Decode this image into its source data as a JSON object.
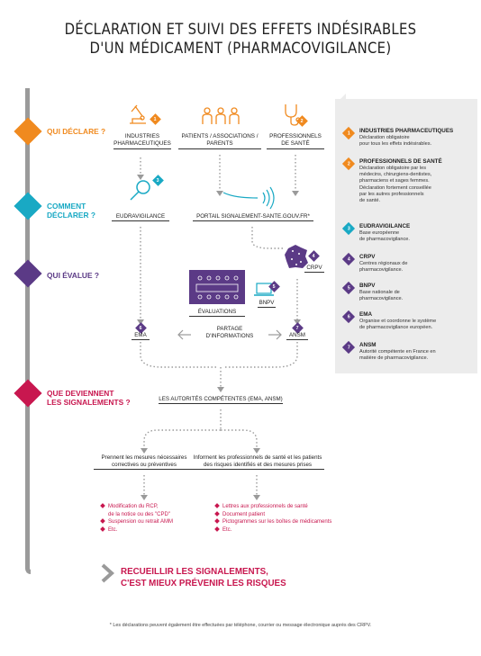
{
  "title": {
    "line1": "DÉCLARATION ET SUIVI DES EFFETS INDÉSIRABLES",
    "line2": "D'UN MÉDICAMENT (PHARMACOVIGILANCE)"
  },
  "steps": [
    {
      "label": "QUI DÉCLARE ?",
      "color": "#f08a1f"
    },
    {
      "label": "COMMENT DÉCLARER ?",
      "color": "#19a9c4"
    },
    {
      "label": "QUI ÉVALUE ?",
      "color": "#5b3a86"
    },
    {
      "label": "QUE DEVIENNENT LES SIGNALEMENTS ?",
      "color": "#c8174f"
    }
  ],
  "step_lines": {
    "s2a": "COMMENT",
    "s2b": "DÉCLARER ?",
    "s4a": "QUE DEVIENNENT",
    "s4b": "LES SIGNALEMENTS ?"
  },
  "actors": {
    "industries": "INDUSTRIES PHARMACEUTIQUES",
    "industries_a": "INDUSTRIES",
    "industries_b": "PHARMACEUTIQUES",
    "patients": "PATIENTS / ASSOCIATIONS / PARENTS",
    "patients_a": "PATIENTS / ASSOCIATIONS /",
    "patients_b": "PARENTS",
    "professionnels": "PROFESSIONNELS DE SANTÉ",
    "professionnels_a": "PROFESSIONNELS",
    "professionnels_b": "DE SANTÉ",
    "eudravigilance": "EUDRAVIGILANCE",
    "portail": "PORTAIL SIGNALEMENT-SANTE.GOUV.FR*",
    "crpv": "CRPV",
    "bnpv": "BNPV",
    "evaluations": "ÉVALUATIONS",
    "ema": "EMA",
    "ansm": "ANSM",
    "partage_a": "PARTAGE",
    "partage_b": "D'INFORMATIONS",
    "autorites": "LES AUTORITÉS COMPÉTENTES (EMA, ANSM)"
  },
  "badges": {
    "b1": "1",
    "b2": "2",
    "b3": "3",
    "b4": "4",
    "b5": "5",
    "b6": "6",
    "b7": "7"
  },
  "legend": [
    {
      "num": "1",
      "head": "INDUSTRIES PHARMACEUTIQUES",
      "lines": [
        "Déclaration obligatoire",
        "pour tous les effets indésirables."
      ],
      "color": "#f08a1f"
    },
    {
      "num": "2",
      "head": "PROFESSIONNELS DE SANTÉ",
      "lines": [
        "Déclaration obligatoire par les",
        "médecins, chirurgiens-dentistes,",
        "pharmaciens et sages femmes.",
        "Déclaration fortement conseillée",
        "par les autres professionnels",
        "de santé."
      ],
      "color": "#f08a1f"
    },
    {
      "num": "3",
      "head": "EUDRAVIGILANCE",
      "lines": [
        "Base européenne",
        "de pharmacovigilance."
      ],
      "color": "#19a9c4"
    },
    {
      "num": "4",
      "head": "CRPV",
      "lines": [
        "Centres régionaux de",
        "pharmacovigilance."
      ],
      "color": "#5b3a86"
    },
    {
      "num": "5",
      "head": "BNPV",
      "lines": [
        "Base nationale de",
        "pharmacovigilance."
      ],
      "color": "#5b3a86"
    },
    {
      "num": "6",
      "head": "EMA",
      "lines": [
        "Organise et coordonne le système",
        "de pharmacovigilance européen."
      ],
      "color": "#5b3a86"
    },
    {
      "num": "7",
      "head": "ANSM",
      "lines": [
        "Autorité compétente en France en",
        "matière de pharmacovigilance."
      ],
      "color": "#5b3a86"
    }
  ],
  "outcomes": {
    "left_a": "Prennent les mesures nécessaires",
    "left_b": "correctives ou préventives",
    "right_a": "Informent les professionnels de santé et les patients",
    "right_b": "des risques identifiés et des mesures prises",
    "left_items": [
      "Modification du RCP, de la notice ou des \"CPD\"",
      "Suspension ou retrait AMM",
      "Etc."
    ],
    "left_i1a": "Modification du RCP,",
    "left_i1b": "de la notice ou des \"CPD\"",
    "left_i2": "Suspension ou retrait AMM",
    "left_i3": "Etc.",
    "right_items": [
      "Lettres aux professionnels de santé",
      "Document patient",
      "Pictogrammes sur les boîtes de médicaments",
      "Etc."
    ]
  },
  "conclusion": {
    "line1": "RECUEILLIR LES SIGNALEMENTS,",
    "line2": "C'EST MIEUX PRÉVENIR LES RISQUES"
  },
  "footnote": "* Les déclarations peuvent également être effectuées par téléphone, courrier ou message électronique auprès des CRPV."
}
